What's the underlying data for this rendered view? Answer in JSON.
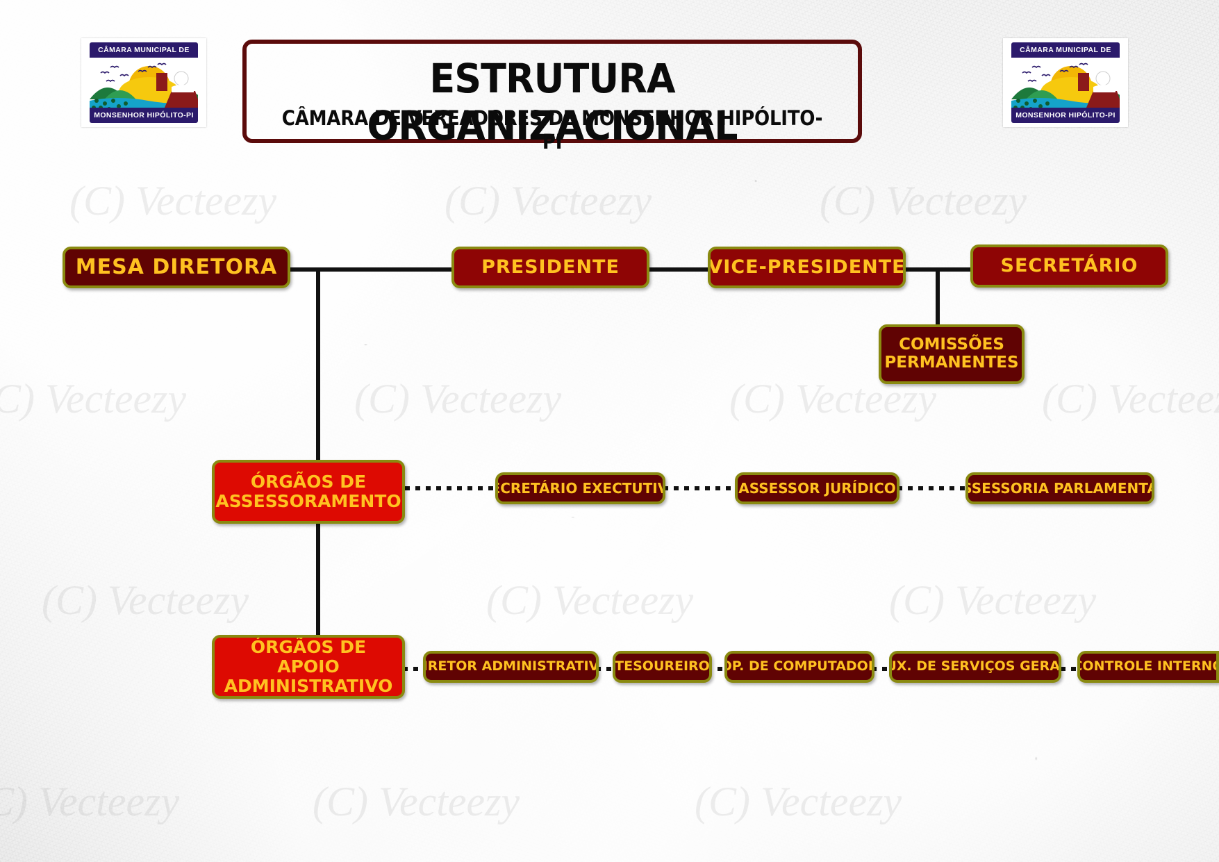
{
  "document": {
    "title_main": "ESTRUTURA ORGANIZACIONAL",
    "title_sub": "CÂMARA DE VEREADORES DE MONSENHOR HIPÓLITO-PI"
  },
  "crest": {
    "band_top": "CÂMARA MUNICIPAL DE",
    "band_bottom": "MONSENHOR HIPÓLITO-PI"
  },
  "colors": {
    "box_dark": "#600303",
    "box_mid": "#8e0505",
    "box_bright": "#dd0a02",
    "box_border": "#8a8a10",
    "text_gold": "#ffc221",
    "connector": "#111111",
    "title_border": "#5b0b0b",
    "paper": "#e4e4e4"
  },
  "chart_data": {
    "type": "diagram",
    "title": "ESTRUTURA ORGANIZACIONAL",
    "subtitle": "CÂMARA DE VEREADORES DE MONSENHOR HIPÓLITO-PI",
    "nodes": [
      {
        "id": "mesa",
        "label": "MESA DIRETORA",
        "level": 0,
        "style": "dark"
      },
      {
        "id": "presidente",
        "label": "PRESIDENTE",
        "level": 1,
        "style": "mid"
      },
      {
        "id": "vice",
        "label": "VICE-PRESIDENTE",
        "level": 1,
        "style": "mid"
      },
      {
        "id": "secretario",
        "label": "SECRETÁRIO",
        "level": 1,
        "style": "mid"
      },
      {
        "id": "comissoes",
        "label": "COMISSÕES PERMANENTES",
        "level": 2,
        "style": "dark"
      },
      {
        "id": "assessoramento",
        "label": "ÓRGÃOS DE ASSESSORAMENTO",
        "level": 1,
        "style": "bright"
      },
      {
        "id": "secexec",
        "label": "SECRETÁRIO EXECTUTIVO",
        "level": 2,
        "style": "dark"
      },
      {
        "id": "assjur",
        "label": "ASSESSOR JURÍDICO",
        "level": 2,
        "style": "dark"
      },
      {
        "id": "assparl",
        "label": "ASSESSORIA PARLAMENTAR",
        "level": 2,
        "style": "dark"
      },
      {
        "id": "apoio",
        "label": "ÓRGÃOS DE APOIO ADMINISTRATIVO",
        "level": 1,
        "style": "bright"
      },
      {
        "id": "diretor",
        "label": "DIRETOR ADMINISTRATIVO",
        "level": 2,
        "style": "dark"
      },
      {
        "id": "tesoureiro",
        "label": "TESOUREIRO",
        "level": 2,
        "style": "dark"
      },
      {
        "id": "opcomp",
        "label": "OP. DE COMPUTADOR",
        "level": 2,
        "style": "dark"
      },
      {
        "id": "auxserv",
        "label": "AUX. DE SERVIÇOS GERAIS",
        "level": 2,
        "style": "dark"
      },
      {
        "id": "controle",
        "label": "CONTROLE INTERNO",
        "level": 2,
        "style": "dark"
      }
    ],
    "edges": [
      {
        "from": "mesa",
        "to": "presidente",
        "style": "solid"
      },
      {
        "from": "presidente",
        "to": "vice",
        "style": "solid"
      },
      {
        "from": "vice",
        "to": "secretario",
        "style": "solid"
      },
      {
        "from": "secretario",
        "to": "comissoes",
        "style": "solid"
      },
      {
        "from": "mesa",
        "to": "assessoramento",
        "style": "solid"
      },
      {
        "from": "mesa",
        "to": "apoio",
        "style": "solid"
      },
      {
        "from": "assessoramento",
        "to": "secexec",
        "style": "dotted"
      },
      {
        "from": "secexec",
        "to": "assjur",
        "style": "dotted"
      },
      {
        "from": "assjur",
        "to": "assparl",
        "style": "dotted"
      },
      {
        "from": "apoio",
        "to": "diretor",
        "style": "dotted"
      },
      {
        "from": "diretor",
        "to": "tesoureiro",
        "style": "dotted"
      },
      {
        "from": "tesoureiro",
        "to": "opcomp",
        "style": "dotted"
      },
      {
        "from": "opcomp",
        "to": "auxserv",
        "style": "dotted"
      },
      {
        "from": "auxserv",
        "to": "controle",
        "style": "dotted"
      }
    ]
  },
  "nodes": {
    "mesa": "MESA DIRETORA",
    "presidente": "PRESIDENTE",
    "vice": "VICE-PRESIDENTE",
    "secretario": "SECRETÁRIO",
    "comissoes_l1": "COMISSÕES",
    "comissoes_l2": "PERMANENTES",
    "assess_l1": "ÓRGÃOS DE",
    "assess_l2": "ASSESSORAMENTO",
    "secexec": "SECRETÁRIO EXECTUTIVO",
    "assjur": "ASSESSOR JURÍDICO",
    "assparl": "ASSESSORIA PARLAMENTAR",
    "apoio_l1": "ÓRGÃOS DE APOIO",
    "apoio_l2": "ADMINISTRATIVO",
    "diretor": "DIRETOR ADMINISTRATIVO",
    "tesoureiro": "TESOUREIRO",
    "opcomp": "OP. DE COMPUTADOR",
    "auxserv": "AUX. DE SERVIÇOS GERAIS",
    "controle": "CONTROLE INTERNO"
  },
  "watermark": {
    "text": "(C) Vecteezy"
  }
}
